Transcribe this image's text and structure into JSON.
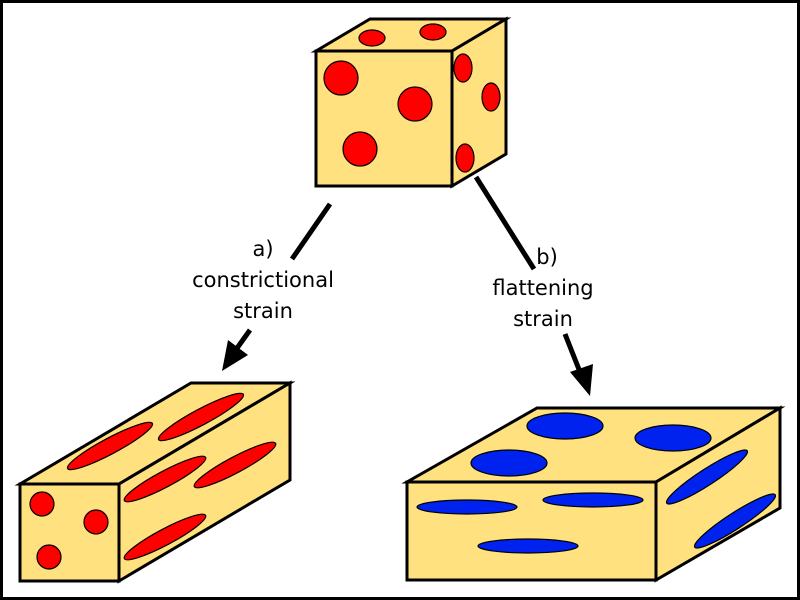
{
  "colors": {
    "cube_fill": "#FFE180",
    "marker_red": "#FF0000",
    "marker_blue": "#0022EE",
    "outline": "#000000"
  },
  "labels": {
    "a": {
      "letter": "a)",
      "line1": "constrictional",
      "line2": "strain"
    },
    "b": {
      "letter": "b)",
      "line1": "flattening",
      "line2": "strain"
    }
  }
}
